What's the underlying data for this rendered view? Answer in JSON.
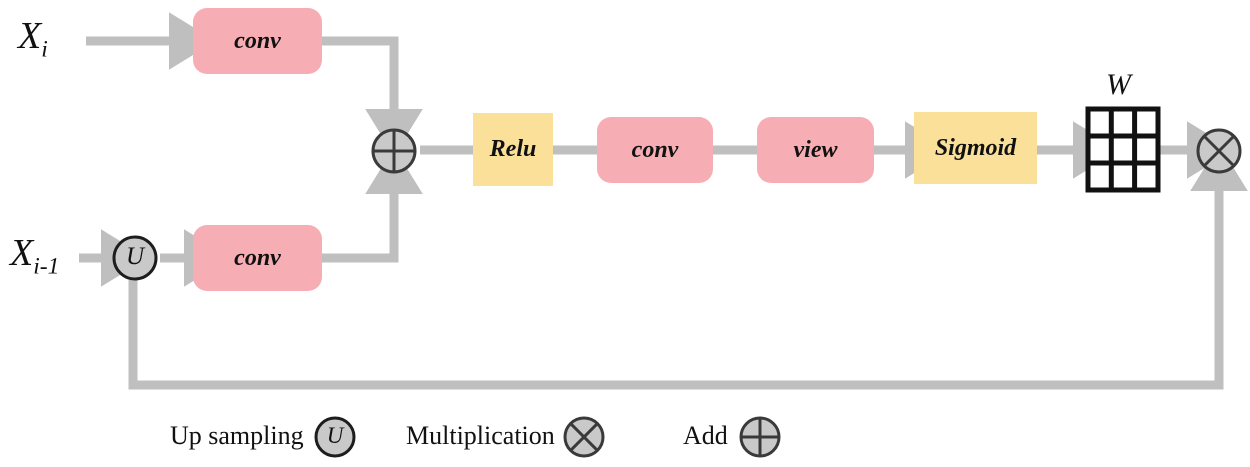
{
  "diagram": {
    "title_w": "W",
    "inputs": {
      "x_i": "X",
      "x_i_sub": "i",
      "x_i_prev": "X",
      "x_i_prev_sub": "i-1"
    },
    "nodes": {
      "conv_top": "conv",
      "conv_bottom": "conv",
      "relu": "Relu",
      "conv_mid": "conv",
      "view": "view",
      "sigmoid": "Sigmoid",
      "upsample": "U"
    },
    "colors": {
      "pink": "#F6AEB4",
      "yellow": "#FBE099",
      "arrow": "#BFBFBF",
      "operator_fill": "#C9C9C9",
      "operator_stroke": "#3A3A3A",
      "grid_stroke": "#111111",
      "text": "#111111"
    }
  },
  "legend": {
    "items": [
      {
        "label": "Up sampling",
        "symbol": "U",
        "symbol_name": "upsample-circle"
      },
      {
        "label": "Multiplication",
        "symbol": "⊗",
        "symbol_name": "multiply-circle"
      },
      {
        "label": "Add",
        "symbol": "⊕",
        "symbol_name": "add-circle"
      }
    ]
  }
}
